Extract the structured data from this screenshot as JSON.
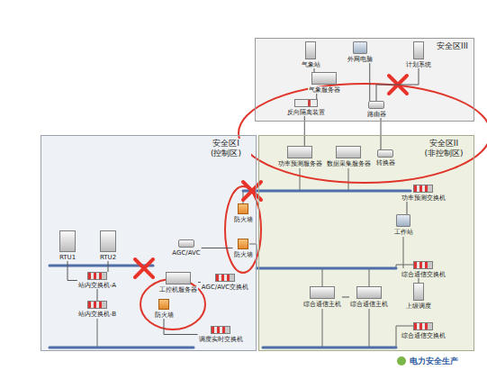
{
  "diagram": {
    "nodes": [
      {
        "text": [
          "安全区III"
        ]
      },
      {
        "text": [
          "气象站"
        ],
        "in": 0
      },
      {
        "text": [
          "外网电脑"
        ],
        "in": 0
      },
      {
        "text": [
          "计划系统"
        ],
        "in": 0
      },
      {
        "text": [
          "气象服务器"
        ],
        "in": 0
      },
      {
        "text": [
          "反向隔离装置"
        ],
        "in": 0
      },
      {
        "text": [
          "路由器"
        ],
        "in": 0
      },
      {
        "text": [
          "安全区I (控制区)"
        ]
      },
      {
        "text": [
          "RTU1"
        ],
        "in": 7
      },
      {
        "text": [
          "RTU2"
        ],
        "in": 7
      },
      {
        "text": [
          "AGC/AVC"
        ],
        "in": 7
      },
      {
        "text": [
          "防火墙"
        ],
        "in": 7
      },
      {
        "text": [
          "防火墙"
        ],
        "in": 7
      },
      {
        "text": [
          "站内交换机-A"
        ],
        "in": 7
      },
      {
        "text": [
          "工控机服务器"
        ],
        "in": 7
      },
      {
        "text": [
          "AGC/AVC交换机"
        ],
        "in": 7
      },
      {
        "text": [
          "防火墙"
        ],
        "in": 7
      },
      {
        "text": [
          "站内交换机-B"
        ],
        "in": 7
      },
      {
        "text": [
          "调度实时交换机"
        ],
        "in": 7
      },
      {
        "text": [
          "安全区II (非控制区)"
        ]
      },
      {
        "text": [
          "功率预测服务器"
        ],
        "in": 19
      },
      {
        "text": [
          "数据采集服务器"
        ],
        "in": 19
      },
      {
        "text": [
          "转换器"
        ],
        "in": 19
      },
      {
        "text": [
          "功率预测交换机"
        ],
        "in": 19
      },
      {
        "text": [
          "工作站"
        ],
        "in": 19
      },
      {
        "text": [
          "综合通信交换机"
        ],
        "in": 19
      },
      {
        "text": [
          "综合通信主机"
        ],
        "in": 19
      },
      {
        "text": [
          "综合通信主机"
        ],
        "in": 19
      },
      {
        "text": [
          "上级调度"
        ],
        "in": 19
      },
      {
        "text": [
          "综合通信交换机"
        ],
        "in": 19
      }
    ],
    "edges": [
      {
        "from": 1,
        "to": 4,
        "arrow": "none"
      },
      {
        "from": 4,
        "to": 5,
        "arrow": "none"
      },
      {
        "from": 2,
        "to": 6,
        "arrow": "none"
      },
      {
        "from": 3,
        "to": 6,
        "arrow": "none"
      },
      {
        "from": 5,
        "to": 20,
        "arrow": "none"
      },
      {
        "from": 6,
        "to": 22,
        "arrow": "none"
      },
      {
        "from": 8,
        "to": 13,
        "arrow": "none"
      },
      {
        "from": 9,
        "to": 13,
        "arrow": "none"
      },
      {
        "from": 13,
        "to": 17,
        "arrow": "none"
      },
      {
        "from": 10,
        "to": 12,
        "arrow": "none"
      },
      {
        "from": 14,
        "to": 15,
        "arrow": "none"
      },
      {
        "from": 16,
        "to": 18,
        "arrow": "none"
      },
      {
        "from": 24,
        "to": 23,
        "arrow": "none"
      },
      {
        "from": 26,
        "to": 27,
        "arrow": "none"
      },
      {
        "from": 28,
        "to": 25,
        "arrow": "none"
      }
    ],
    "labels": [
      "电力安全生产"
    ]
  }
}
